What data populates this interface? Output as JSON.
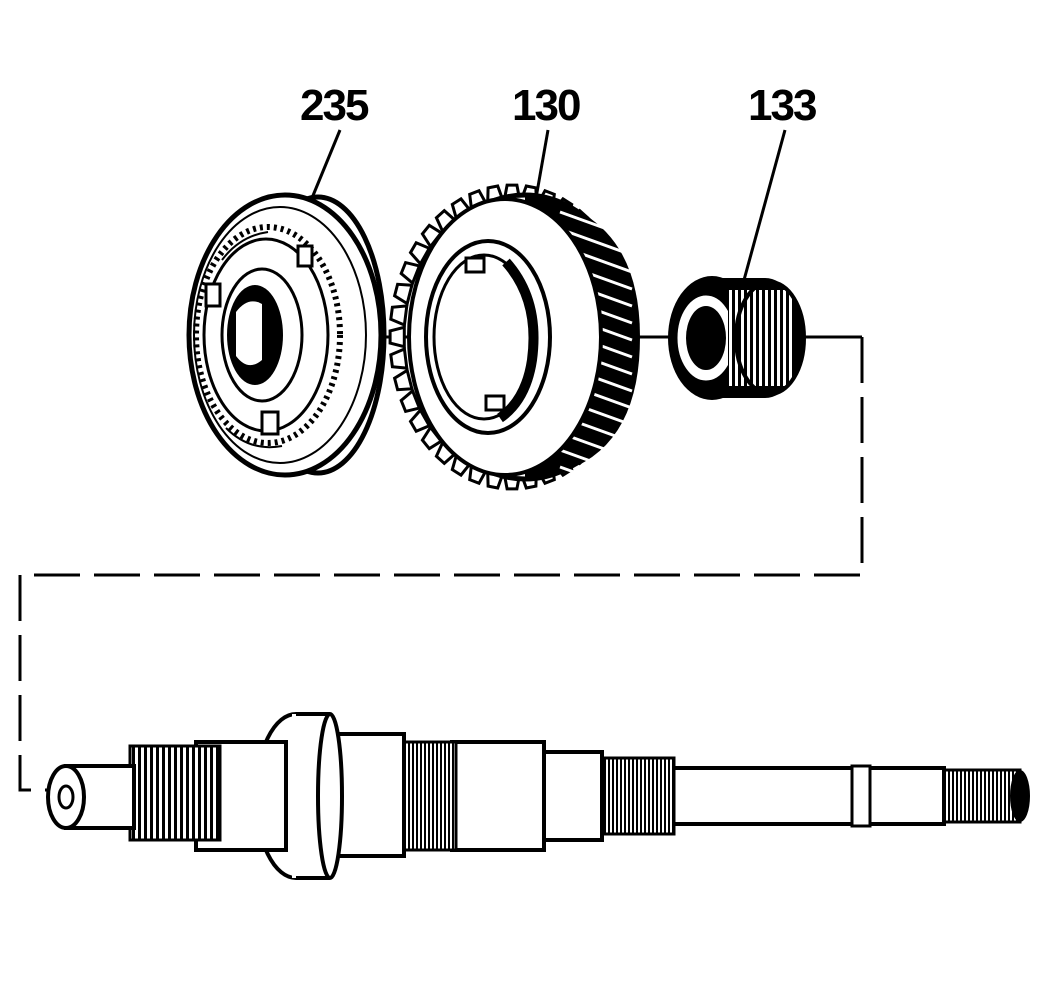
{
  "callouts": {
    "synchronizer": "235",
    "gear": "130",
    "bearing": "133"
  },
  "colors": {
    "ink": "#000000",
    "paper": "#ffffff"
  }
}
